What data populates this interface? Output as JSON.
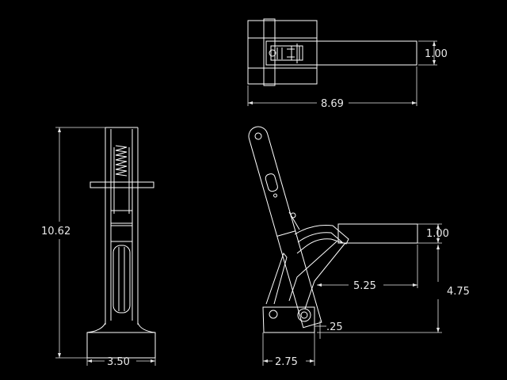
{
  "drawing": {
    "background": "#000000",
    "line_color": "#ffffff",
    "dimension_color": "#e8e8e8",
    "views": [
      "top-view",
      "side-view",
      "front-view"
    ],
    "dimensions": {
      "top_height": "1.00",
      "top_length": "8.69",
      "overall_height": "10.62",
      "side_base_width": "3.50",
      "arm_height": "1.00",
      "arm_length": "5.25",
      "base_height": "4.75",
      "offset": ".25",
      "front_base_width": "2.75"
    }
  }
}
